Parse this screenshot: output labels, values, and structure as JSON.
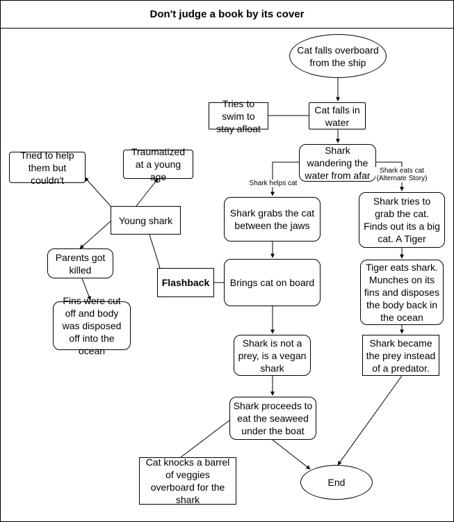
{
  "title": "Don't judge a book by its cover",
  "nodes": {
    "cat_overboard": "Cat falls overboard from the ship",
    "tries_swim": "Tries to swim to stay afloat",
    "cat_in_water": "Cat falls in water",
    "shark_wandering": "Shark wandering the water from afar",
    "shark_grabs_cat": "Shark grabs the cat between the jaws",
    "brings_cat": "Brings cat on board",
    "vegan_shark": "Shark is not a prey, is a vegan shark",
    "eats_seaweed": "Shark proceeds to eat the seaweed under the boat",
    "barrel": "Cat knocks a barrel of veggies overboard for the shark",
    "end": "End",
    "tries_grab": "Shark tries to grab the cat. Finds out its a big cat. A Tiger",
    "tiger_eats": "Tiger eats shark. Munches on its fins and disposes the body back in the ocean",
    "became_prey": "Shark became the prey instead of a predator.",
    "young_shark": "Young shark",
    "tried_help": "Tried to help them but couldn't",
    "traumatized": "Traumatized at a young age",
    "parents_killed": "Parents got killed",
    "fins_cut": "Fins were cut off and body was disposed off into the ocean",
    "flashback": "Flashback"
  },
  "edge_labels": {
    "shark_helps_cat": "Shark helps cat",
    "shark_eats_cat_line1": "Shark eats cat",
    "shark_eats_cat_line2": "(Alternate Story)"
  }
}
